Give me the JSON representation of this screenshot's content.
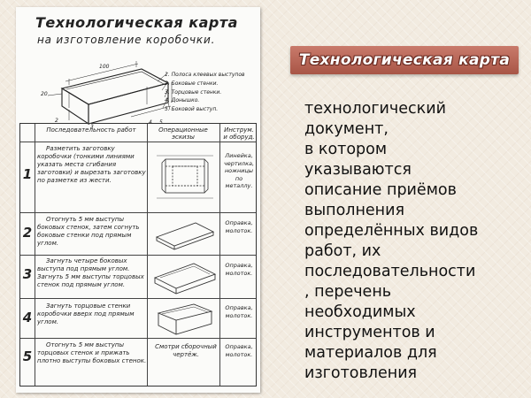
{
  "card": {
    "title": "Технологическая карта",
    "subtitle": "на изготовление коробочки.",
    "legend": [
      "1. Полоса клеевых выступов",
      "2. Боковые стенки.",
      "3. Торцовые стенки.",
      "4. Донышко.",
      "5. Боковой выступ."
    ],
    "headers": {
      "num": "",
      "operations": "Последовательность работ",
      "sketches": "Операционные эскизы",
      "tools": "Инструм. и оборуд."
    },
    "rows": [
      {
        "num": "1",
        "operation": "Разметить заготовку коробочки (тонкими линиями указать места сгибания заготовки) и вырезать заготовку по разметке из жести.",
        "sketch_text": "",
        "tools": "Линейка, чертилка, ножницы по металлу."
      },
      {
        "num": "2",
        "operation": "Отогнуть 5 мм выступы боковых стенок, затем согнуть боковые стенки под прямым углом.",
        "sketch_text": "",
        "tools": "Оправка, молоток."
      },
      {
        "num": "3",
        "operation": "Загнуть четыре боковых выступа под прямым углом. Загнуть 5 мм выступы торцовых стенок под прямым углом.",
        "sketch_text": "",
        "tools": "Оправка, молоток."
      },
      {
        "num": "4",
        "operation": "Загнуть торцовые стенки коробочки вверх под прямым углом.",
        "sketch_text": "",
        "tools": "Оправка, молоток."
      },
      {
        "num": "5",
        "operation": "Отогнуть 5 мм выступы торцовых стенок и прижать плотно выступы боковых стенок.",
        "sketch_text": "Смотри сборочный чертёж.",
        "tools": "Оправка, молоток."
      }
    ]
  },
  "banner": {
    "title": "Технологическая карта"
  },
  "description": {
    "lines": [
      "технологический",
      "документ,",
      "в котором",
      "указываются",
      "описание приёмов",
      "выполнения",
      "определённых видов",
      "работ, их",
      "последовательности",
      ", перечень",
      "необходимых",
      "инструментов и",
      "материалов для",
      "изготовления"
    ]
  }
}
